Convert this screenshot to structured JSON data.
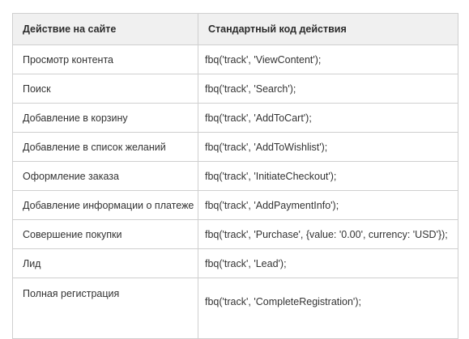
{
  "table": {
    "headers": [
      "Действие на сайте",
      "Стандартный код действия"
    ],
    "rows": [
      {
        "event": "Просмотр контента",
        "code": "fbq('track', 'ViewContent');"
      },
      {
        "event": "Поиск",
        "code": "fbq('track', 'Search');"
      },
      {
        "event": "Добавление в корзину",
        "code": "fbq('track', 'AddToCart');"
      },
      {
        "event": "Добавление в список желаний",
        "code": "fbq('track', 'AddToWishlist');"
      },
      {
        "event": "Оформление заказа",
        "code": "fbq('track', 'InitiateCheckout');"
      },
      {
        "event": "Добавление информации о платеже",
        "code": "fbq('track', 'AddPaymentInfo');"
      },
      {
        "event": "Совершение покупки",
        "code": "fbq('track', 'Purchase', {value: '0.00', currency: 'USD'});"
      },
      {
        "event": "Лид",
        "code": "fbq('track', 'Lead');"
      },
      {
        "event": "Полная регистрация",
        "code": "fbq('track', 'CompleteRegistration');"
      }
    ]
  }
}
